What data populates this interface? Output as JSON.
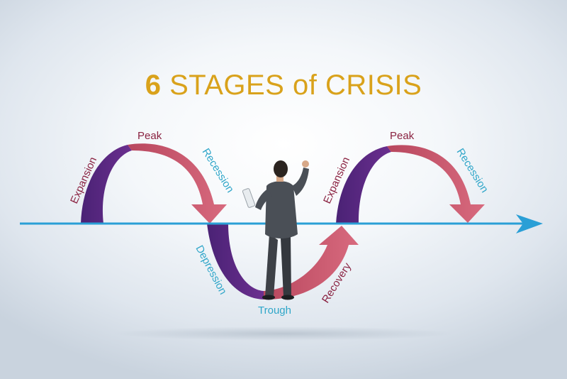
{
  "title": {
    "number": "6",
    "text": "STAGES of CRISIS"
  },
  "stages": [
    {
      "key": "expansion-1",
      "label": "Expansion",
      "color": "#8a2241"
    },
    {
      "key": "peak-1",
      "label": "Peak",
      "color": "#8a2241"
    },
    {
      "key": "recession-1",
      "label": "Recession",
      "color": "#2fa6c9"
    },
    {
      "key": "depression",
      "label": "Depression",
      "color": "#2fa6c9"
    },
    {
      "key": "trough",
      "label": "Trough",
      "color": "#2fa6c9"
    },
    {
      "key": "recovery",
      "label": "Recovery",
      "color": "#8a2241"
    },
    {
      "key": "expansion-2",
      "label": "Expansion",
      "color": "#8a2241"
    },
    {
      "key": "peak-2",
      "label": "Peak",
      "color": "#8a2241"
    },
    {
      "key": "recession-2",
      "label": "Recession",
      "color": "#2fa6c9"
    }
  ],
  "colors": {
    "title": "#d9a21b",
    "purple_arc": "#5a2a80",
    "red_arc": "#c9576c",
    "axis": "#2a9fd6",
    "label_dark": "#8a2241",
    "label_blue": "#2fa6c9"
  },
  "figure": {
    "description_icon": "businessman-figure"
  }
}
